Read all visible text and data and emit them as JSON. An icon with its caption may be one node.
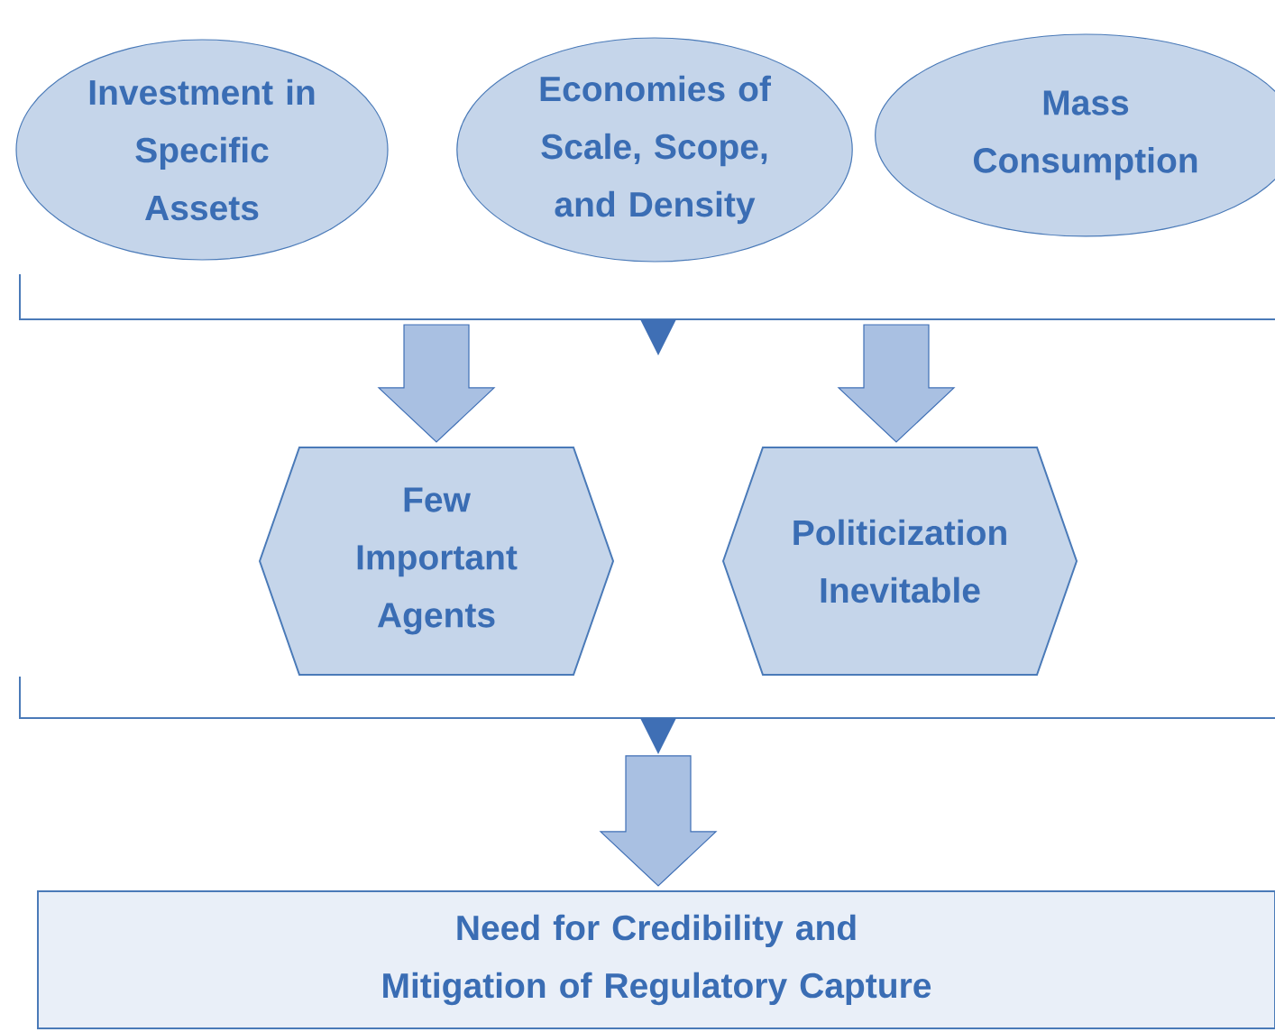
{
  "diagram": {
    "nodes": [
      {
        "text": [
          "Investment in Specific Assets"
        ]
      },
      {
        "text": [
          "Economies of Scale, Scope, and Density"
        ]
      },
      {
        "text": [
          "Mass Consumption"
        ]
      },
      {
        "text": [
          "Few Important Agents"
        ]
      },
      {
        "text": [
          "Politicization Inevitable"
        ]
      },
      {
        "text": [
          "Need for Credibility and Mitigation of Regulatory Capture"
        ]
      }
    ],
    "edges": [
      {
        "from": null,
        "to": 3,
        "arrow": "to",
        "style": "thick"
      },
      {
        "from": null,
        "to": 4,
        "arrow": "to",
        "style": "thick"
      },
      {
        "from": null,
        "to": 5,
        "arrow": "to",
        "style": "thick"
      }
    ]
  }
}
